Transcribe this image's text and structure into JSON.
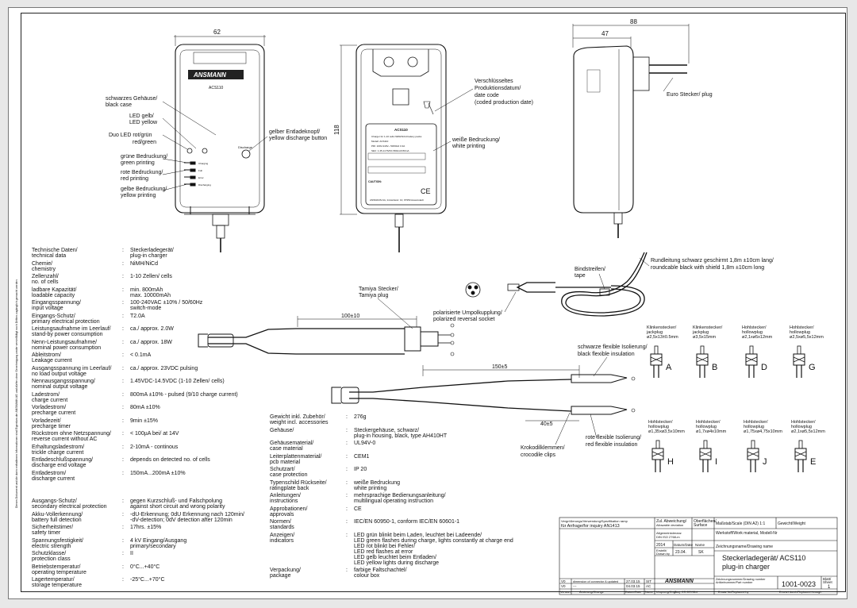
{
  "sidebar_text": "Dieses Dokument und die darin enthaltenen Informationen sind Eigentum der ANSMANN AG und dürfen ohne Genehmigung weder vervielfältigt noch Dritten zugänglich gemacht werden",
  "dims": {
    "w62": "62",
    "h118": "118",
    "d47": "47",
    "d88": "88",
    "d100": "100±10",
    "d150": "150±5",
    "d40": "40±5"
  },
  "front": {
    "brand": "ANSMANN",
    "model": "ACS110",
    "discharge_label": "Discharge",
    "print_labels": [
      "Charging",
      "Full",
      "Error",
      "Discharging"
    ]
  },
  "back": {
    "model": "ACS110",
    "lines": [
      "Charger for 1-10 cells NiMH/NiCd battery packs",
      "Modell: ACS110",
      "PRI: 100V-240V~ 50/60Hz 0.3A",
      "SEC: 1.45-14.5VDC 800mA/150mA"
    ],
    "caution": "CAUTION:",
    "footer": "ANSMANN AG, Industriestr. 10, 97959 Assamstadt"
  },
  "callouts": {
    "black_case": [
      "schwarzes Gehäuse/",
      "black case"
    ],
    "led_yellow": [
      "LED gelb/",
      "LED yellow"
    ],
    "duo_led": [
      "Duo LED rot/grün",
      "red/green"
    ],
    "green_print": [
      "grüne Bedruckung/",
      "green printing"
    ],
    "red_print": [
      "rote Bedruckung/",
      "red printing"
    ],
    "yellow_print": [
      "gelbe Bedruckung/",
      "yellow printing"
    ],
    "discharge_btn": [
      "gelber Entladeknopf/",
      "yellow discharge button"
    ],
    "date_code": [
      "Verschlüsseltes",
      "Produktionsdatum/",
      "date code",
      "(coded production date)"
    ],
    "white_print": [
      "weiße Bedruckung/",
      "white printing"
    ],
    "euro_plug": "Euro Stecker/ plug",
    "cable": [
      "Rundleitung schwarz geschirmt 1,8m ±10cm lang/",
      "roundcable black with shield 1,8m ±10cm long"
    ],
    "tape": [
      "Bindstreifen/",
      "tape"
    ],
    "polarized": [
      "polarisierte Umpolkupplung/",
      "polarized reversal socket"
    ],
    "tamiya": [
      "Tamiya Stecker/",
      "Tamiya plug"
    ],
    "black_ins": [
      "schwarze flexible Isolierung/",
      "black flexible insulation"
    ],
    "red_ins": [
      "rote flexible Isolierung/",
      "red flexible insulation"
    ],
    "clips": [
      "Krokodilklemmen/",
      "crocodile clips"
    ]
  },
  "plugs_top": [
    {
      "title": [
        "Klinkenstecker/",
        "jackplug"
      ],
      "size": "ø2,5x13±0.5mm",
      "letter": "A"
    },
    {
      "title": [
        "Klinkenstecker/",
        "jackplug"
      ],
      "size": "ø3,5x15mm",
      "letter": "B"
    },
    {
      "title": [
        "Hohlstecker/",
        "hollowplug"
      ],
      "size": "ø2,1xø5x12mm",
      "letter": "D"
    },
    {
      "title": [
        "Hohlstecker/",
        "hollowplug"
      ],
      "size": "ø2,5xø5,5x12mm",
      "letter": "G"
    }
  ],
  "plugs_bottom": [
    {
      "title": [
        "Hohlstecker/",
        "hollowplug"
      ],
      "size": "ø1,35xø3,5x10mm",
      "letter": "H"
    },
    {
      "title": [
        "Hohlstecker/",
        "hollowplug"
      ],
      "size": "ø1,7xø4x10mm",
      "letter": "I"
    },
    {
      "title": [
        "Hohlstecker/",
        "hollowplug"
      ],
      "size": "ø1,75xø4,75x10mm",
      "letter": "J"
    },
    {
      "title": [
        "Hohlstecker/",
        "hollowplug"
      ],
      "size": "ø2,1xø5,5x12mm",
      "letter": "E"
    }
  ],
  "specs_left": [
    {
      "k": [
        "Technische Daten/",
        "technical data"
      ],
      "v": [
        "Steckerladegerät/",
        "plug-in charger"
      ]
    },
    {
      "k": [
        "Chemie/",
        "chemistry"
      ],
      "v": [
        "NiMH/NiCd"
      ]
    },
    {
      "k": [
        "Zellenzahl/",
        "no. of cells"
      ],
      "v": [
        "1-10 Zellen/ cells"
      ]
    },
    {
      "k": [
        "ladbare Kapazität/",
        "loadable capacity"
      ],
      "v": [
        "min. 800mAh",
        "max. 10000mAh"
      ]
    },
    {
      "k": [
        "Eingangsspannung/",
        "input voltage"
      ],
      "v": [
        "100-240VAC ±10% / 50/60Hz",
        "switch-mode"
      ]
    },
    {
      "k": [
        "Eingangs-Schutz/",
        "primary electrical protection"
      ],
      "v": [
        "T2.0A"
      ]
    },
    {
      "k": [
        "Leistungsaufnahme im Leerlauf/",
        "stand-by power consumption"
      ],
      "v": [
        "ca./ approx. 2.0W"
      ]
    },
    {
      "k": [
        "Nenn-Leistungsaufnahme/",
        "nominal power consumption"
      ],
      "v": [
        "ca./ approx. 18W"
      ]
    },
    {
      "k": [
        "Ableitstrom/",
        "Leakage current"
      ],
      "v": [
        "< 0.1mA"
      ]
    },
    {
      "k": [
        "Ausgangsspannung im Leerlauf/",
        "no load output voltage"
      ],
      "v": [
        "ca./ approx. 23VDC pulsing"
      ]
    },
    {
      "k": [
        "Nennausgangsspannung/",
        "nominal output voltage"
      ],
      "v": [
        "1.45VDC-14.5VDC  (1-10 Zellen/ cells)"
      ]
    },
    {
      "k": [
        "Ladestrom/",
        "charge current"
      ],
      "v": [
        "800mA ±10% - pulsed (9/10 charge current)"
      ]
    },
    {
      "k": [
        "Vorladestrom/",
        "precharge current"
      ],
      "v": [
        "80mA ±10%"
      ]
    },
    {
      "k": [
        "Vorladezeit/",
        "precharge timer"
      ],
      "v": [
        "9min ±15%"
      ]
    },
    {
      "k": [
        "Rückstrom ohne Netzspannung/",
        "reverse current without AC"
      ],
      "v": [
        "< 100µA bei/ at 14V"
      ]
    },
    {
      "k": [
        "Erhaltungsladestrom/",
        "trickle charge current"
      ],
      "v": [
        "2-10mA - continous"
      ]
    },
    {
      "k": [
        "Entladeschlußspannung/",
        "discharge end voltage"
      ],
      "v": [
        "depends on detected no. of cells"
      ]
    },
    {
      "k": [
        "Entladestrom/",
        "discharge current"
      ],
      "v": [
        "150mA...200mA ±10%"
      ]
    }
  ],
  "specs_left2": [
    {
      "k": [
        "Ausgangs-Schutz/",
        "secondary electrical protection"
      ],
      "v": [
        "gegen Kurzschluß- und Falschpolung",
        "against short circuit and wrong polarity"
      ]
    },
    {
      "k": [
        "Akku-Vollerkennung/",
        "battery full detection"
      ],
      "v": [
        "-dU-Erkennung; 0dU Erkennung nach 120min/",
        "-dV-detection; 0dV detection after 120min"
      ]
    },
    {
      "k": [
        "Sicherheitstimer/",
        "safety timer"
      ],
      "v": [
        "17hrs. ±15%"
      ]
    },
    {
      "k": [
        "Spannungsfestigkeit/",
        "electric strength"
      ],
      "v": [
        "4 kV Eingang/Ausgang",
        "primary/secondary"
      ]
    },
    {
      "k": [
        "Schutzklasse/",
        "protection class"
      ],
      "v": [
        "II"
      ]
    },
    {
      "k": [
        "Betriebstemperatur/",
        "operating temperature"
      ],
      "v": [
        "0°C...+40°C"
      ]
    },
    {
      "k": [
        "Lagertemperatur/",
        "storage temperature"
      ],
      "v": [
        "-25°C...+70°C"
      ]
    }
  ],
  "specs_mid": [
    {
      "k": [
        "Gewicht inkl. Zubehör/",
        "weight incl. accessories"
      ],
      "v": [
        "276g"
      ]
    },
    {
      "k": [
        "Gehäuse/",
        ""
      ],
      "v": [
        "Steckergehäuse, schwarz/",
        "plug-in housing, black, type AH410HT"
      ]
    },
    {
      "k": [
        "Gehäusematerial/",
        "case material"
      ],
      "v": [
        "UL94V-0"
      ]
    },
    {
      "k": [
        "Leiterplattenmaterial/",
        "pcb material"
      ],
      "v": [
        "CEM1"
      ]
    },
    {
      "k": [
        "Schutzart/",
        "case protection"
      ],
      "v": [
        "IP 20"
      ]
    },
    {
      "k": [
        "Typenschild Rückseite/",
        "ratingplate back"
      ],
      "v": [
        "weiße Bedruckung",
        "white printing"
      ]
    },
    {
      "k": [
        "Anleitungen/",
        "instructions"
      ],
      "v": [
        "mehrsprachige Bedienungsanleitung/",
        "multilingual operating instruction"
      ]
    },
    {
      "k": [
        "Approbationen/",
        "approvals"
      ],
      "v": [
        "CE"
      ]
    },
    {
      "k": [
        "Normen/",
        "standards"
      ],
      "v": [
        "IEC/EN 60950-1, conform IEC/EN 60601-1"
      ]
    },
    {
      "k": [
        "Anzeigen/",
        "indicators"
      ],
      "v": [
        "LED grün blinkt beim Laden, leuchtet bei Ladeende/",
        "LED green flashes during charge, lights constantly at charge end",
        "LED rot blinkt bei Fehler/",
        "LED red flashes at error",
        "LED gelb leuchtet beim Entladen/",
        "LED yellow lights during discharge"
      ]
    },
    {
      "k": [
        "Verpackung/",
        "package"
      ],
      "v": [
        "farbige Faltschachtel/",
        "colour box"
      ]
    }
  ],
  "titleblock": {
    "h1": "Vergrößerungs/Verwendung/Spezifikation ramp",
    "h2": "für Anfrage/for inquiry AN1413",
    "tol": [
      "Zul. Abweichung/",
      "Allowable deviation"
    ],
    "surface": [
      "Oberflächen/",
      "Surface"
    ],
    "scale": "Maßstab/Scale (DIN A2)  1:1",
    "weight": "Gewicht/Weight",
    "material": "Werkstoff/Work material, Modell-Nr",
    "general": [
      "Allgemeintoleranz",
      "DIN ISO 2768-m"
    ],
    "year": "2014",
    "date_lbl": "Datum/Date",
    "name_lbl": "Name",
    "drawn": [
      "Erstellt/",
      "Drawn by"
    ],
    "date": "23.04.",
    "name": "SK",
    "drawing_name_lbl": "Zeichnungsname/Drawing name",
    "drawing_name": [
      "Steckerladegerät/  ACS110",
      "plug-in charger"
    ],
    "company": "ANSMANN",
    "number_lbl": [
      "Zeichnungsnummer/Drawing number",
      "Artikelnummer/Part number"
    ],
    "number": "1001-0023",
    "sheet_lbl": [
      "Blatt/",
      "Sheet"
    ],
    "sheet": "1",
    "rev1": [
      "V0",
      "dimension of connector A updated",
      "27.03.15",
      "SIT"
    ],
    "rev2": [
      "V0",
      "---",
      "04.03.15",
      "AC"
    ],
    "foot": [
      "Version",
      "Änderung/Change",
      "Datum/Date",
      "Name",
      "Ursprung/Origin",
      "Proj. CS 037/814",
      "Ersatz für/Replaced by",
      "Ersetzt durch/Replaced through"
    ]
  }
}
